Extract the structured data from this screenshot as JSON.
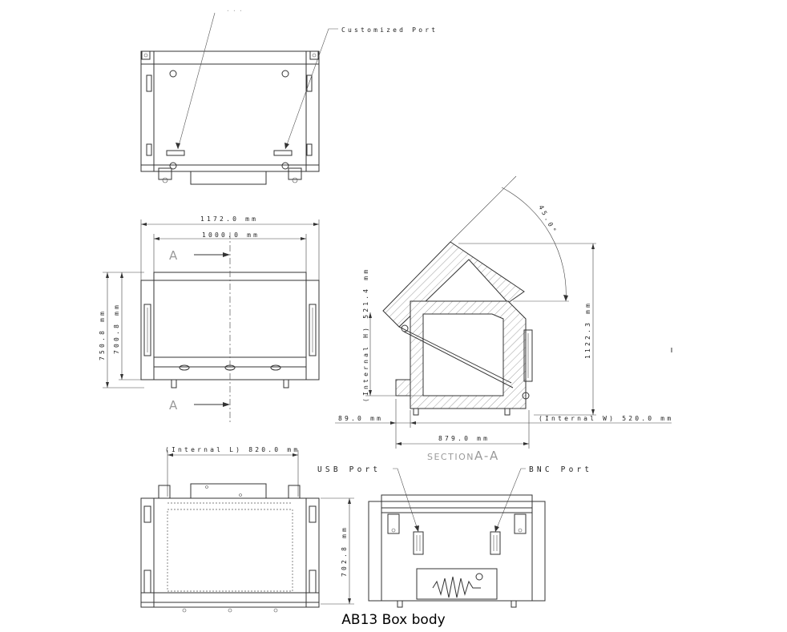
{
  "caption": "AB13 Box body",
  "top_view": {
    "partial_label": "...",
    "customized_port": "Customized Port"
  },
  "front_view": {
    "width_overall": "1172.0 mm",
    "width_inner": "1000.0 mm",
    "height_overall": "750.8 mm",
    "height_inner": "700.8 mm",
    "section_mark_top": "A",
    "section_mark_bottom": "A"
  },
  "section_view": {
    "angle": "45.0°",
    "internal_height": "(Internal H) 521.4 mm",
    "overall_height": "1122.3 mm",
    "offset": "89.0 mm",
    "internal_width": "(Internal W) 520.0 mm",
    "depth": "879.0 mm",
    "title_prefix": "SECTION",
    "title_id": "A-A"
  },
  "side_view": {
    "internal_length": "(Internal L) 820.0 mm",
    "height": "702.8 mm"
  },
  "rear_view": {
    "usb_port": "USB Port",
    "bnc_port": "BNC Port"
  }
}
